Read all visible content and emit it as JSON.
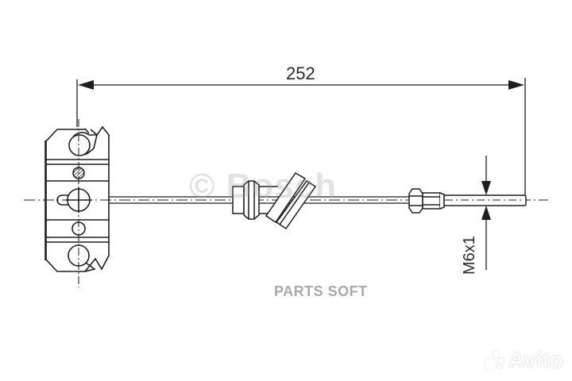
{
  "drawing": {
    "type": "technical-drawing",
    "subject": "parking brake cable",
    "dimensions": {
      "overall_length": "252",
      "thread_spec": "M6x1"
    },
    "colors": {
      "line": "#1e1e1e",
      "background": "#ffffff",
      "watermark": "#a9a9a9"
    }
  },
  "watermarks": {
    "brand": "© Bosch",
    "vendor": "PARTS SOFT",
    "marketplace": "Avito"
  }
}
